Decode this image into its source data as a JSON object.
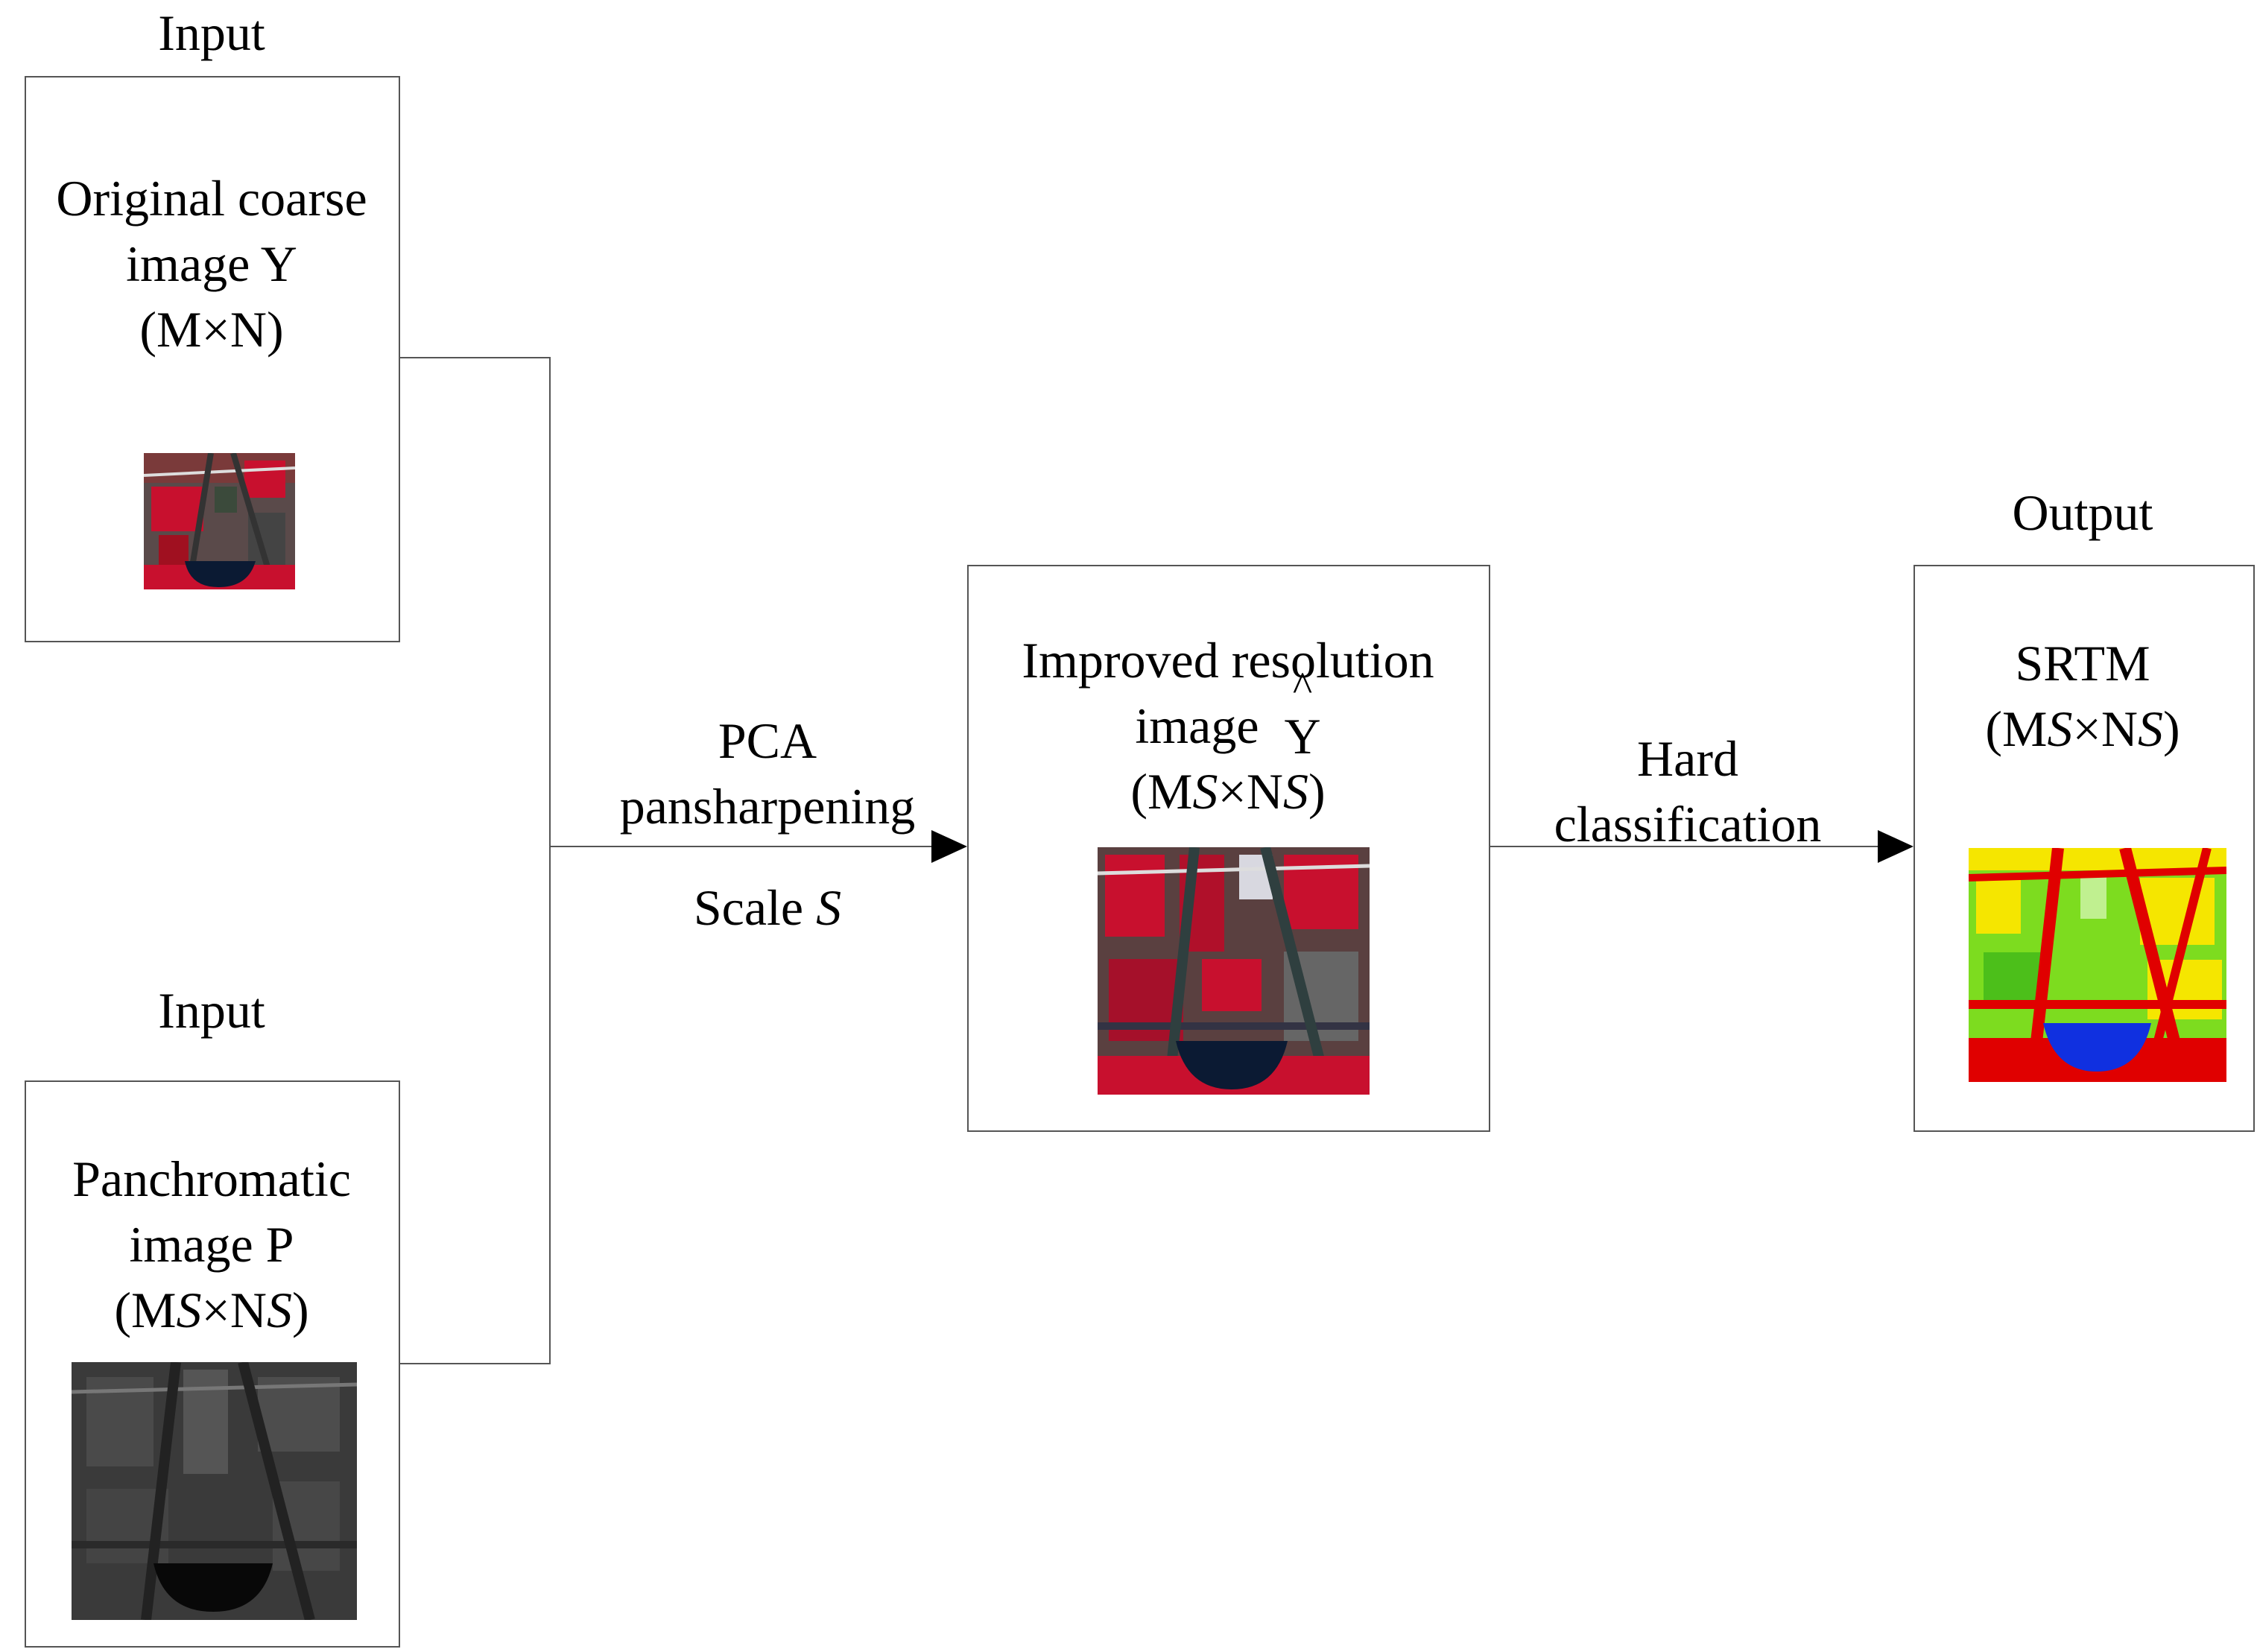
{
  "inputs": {
    "coarse": {
      "heading": "Input",
      "title_line1": "Original coarse",
      "title_line2": "image Y",
      "dims": "(M×N)"
    },
    "pan": {
      "heading": "Input",
      "title_line1": "Panchromatic",
      "title_line2": "image P",
      "dims_open": "(M",
      "dims_s1": "S",
      "dims_mid": "×N",
      "dims_s2": "S",
      "dims_close": ")"
    }
  },
  "step1": {
    "line1": "PCA",
    "line2": "pansharpening",
    "scale_prefix": "Scale ",
    "scale_symbol": "S"
  },
  "improved": {
    "title_line1": "Improved resolution",
    "title_line2": "image",
    "symbol": "Y",
    "hat": "^",
    "dims_open": "(M",
    "dims_s1": "S",
    "dims_mid": "×N",
    "dims_s2": "S",
    "dims_close": ")"
  },
  "step2": {
    "line1": "Hard",
    "line2": "classification"
  },
  "output": {
    "heading": "Output",
    "title": "SRTM",
    "dims_open": "(M",
    "dims_s1": "S",
    "dims_mid": "×N",
    "dims_s2": "S",
    "dims_close": ")"
  },
  "colors": {
    "line": "#555555",
    "arrow": "#000000",
    "false_color_red": "#c8102e",
    "class_green": "#7ddc1f",
    "class_yellow": "#f5e600",
    "class_blue": "#1030e0"
  }
}
